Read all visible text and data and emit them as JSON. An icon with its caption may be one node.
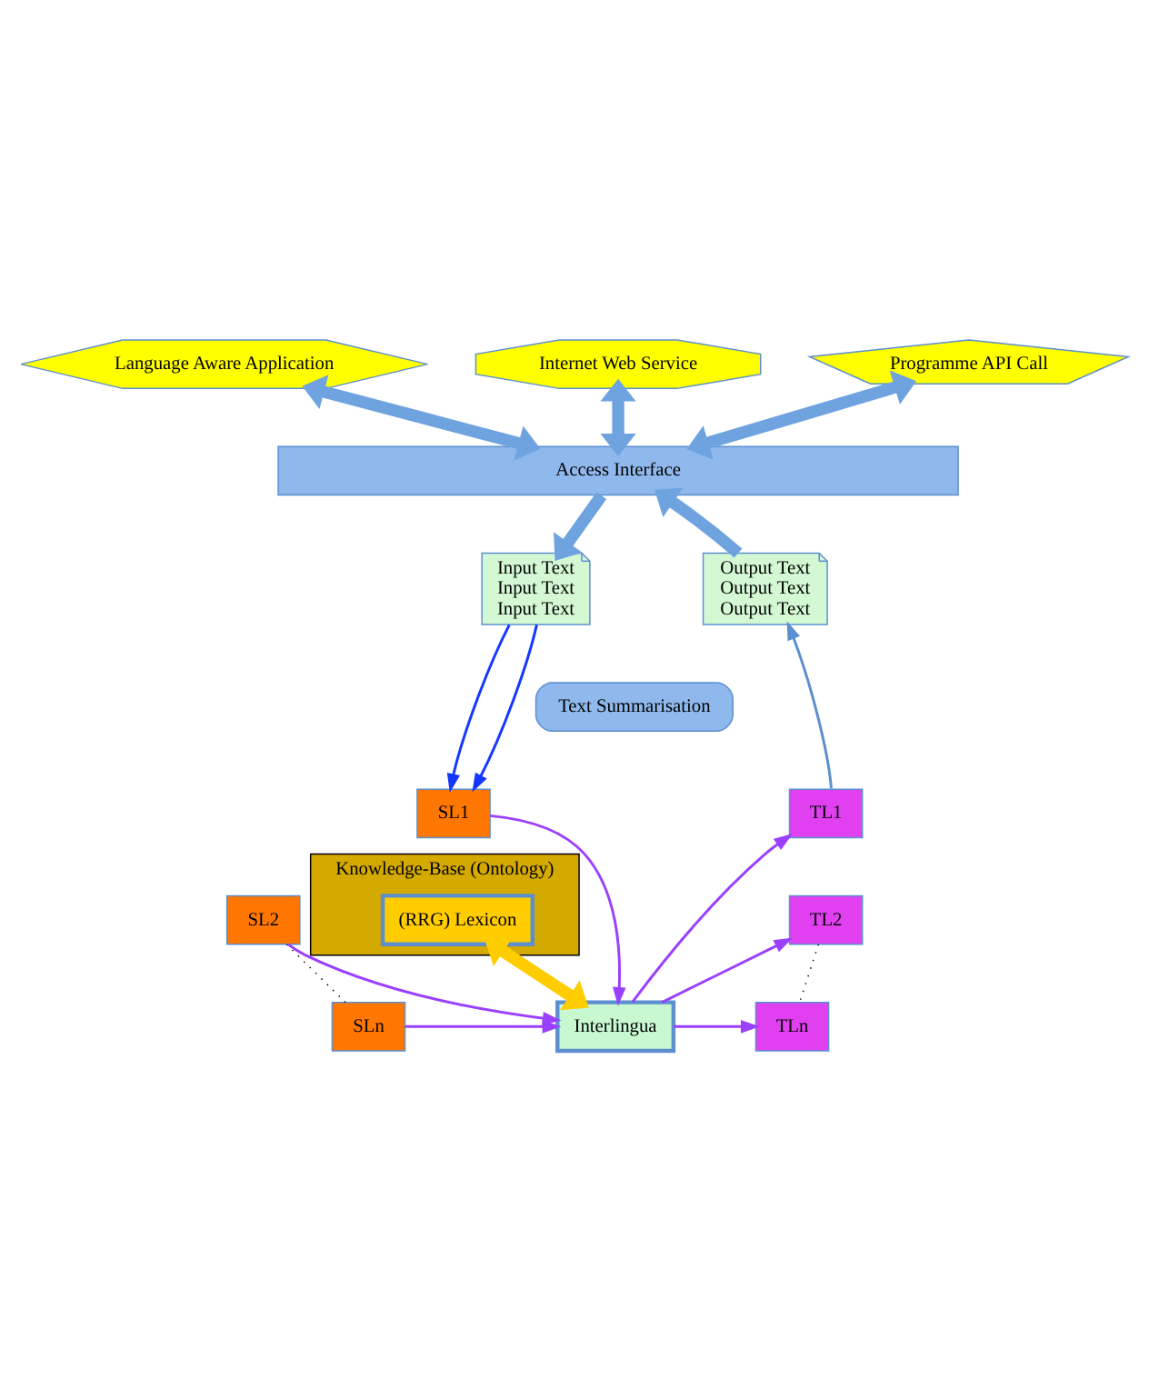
{
  "diagram": {
    "nodes": [
      {
        "text": [
          "Language Aware Application"
        ]
      },
      {
        "text": [
          "Internet Web Service"
        ]
      },
      {
        "text": [
          "Programme API Call"
        ]
      },
      {
        "text": [
          "Access Interface"
        ]
      },
      {
        "text": [
          "Input Text",
          "Input Text",
          "Input Text"
        ]
      },
      {
        "text": [
          "Output Text",
          "Output Text",
          "Output Text"
        ]
      },
      {
        "text": [
          "Text Summarisation"
        ]
      },
      {
        "text": [
          "Knowledge-Base (Ontology)"
        ]
      },
      {
        "text": [
          "(RRG) Lexicon"
        ],
        "in": 7
      },
      {
        "text": [
          "SL1"
        ]
      },
      {
        "text": [
          "SL2"
        ]
      },
      {
        "text": [
          "SLn"
        ]
      },
      {
        "text": [
          "Interlingua"
        ]
      },
      {
        "text": [
          "TL1"
        ]
      },
      {
        "text": [
          "TL2"
        ]
      },
      {
        "text": [
          "TLn"
        ]
      }
    ],
    "edges": [
      {
        "from": 0,
        "to": 3,
        "arrow": "both",
        "style": "thick",
        "color": "#6fa3e0"
      },
      {
        "from": 1,
        "to": 3,
        "arrow": "both",
        "style": "thick",
        "color": "#6fa3e0"
      },
      {
        "from": 2,
        "to": 3,
        "arrow": "both",
        "style": "thick",
        "color": "#6fa3e0"
      },
      {
        "from": 3,
        "to": 4,
        "arrow": "to",
        "style": "thick",
        "color": "#6fa3e0"
      },
      {
        "from": 5,
        "to": 3,
        "arrow": "to",
        "style": "thick",
        "color": "#6fa3e0"
      },
      {
        "from": 4,
        "to": 9,
        "arrow": "to",
        "color": "#1438ff"
      },
      {
        "from": 4,
        "to": 9,
        "arrow": "to",
        "color": "#1438ff"
      },
      {
        "from": 13,
        "to": 5,
        "arrow": "to",
        "color": "#5b8fd0"
      },
      {
        "from": 8,
        "to": 12,
        "arrow": "both",
        "style": "thick",
        "color": "#ffcc00"
      },
      {
        "from": 9,
        "to": 12,
        "arrow": "to"
      },
      {
        "from": 10,
        "to": 12,
        "arrow": "to"
      },
      {
        "from": 11,
        "to": 12,
        "arrow": "to"
      },
      {
        "from": 12,
        "to": 13,
        "arrow": "to"
      },
      {
        "from": 12,
        "to": 14,
        "arrow": "to"
      },
      {
        "from": 12,
        "to": 15,
        "arrow": "to"
      },
      {
        "from": 10,
        "to": 11,
        "arrow": "none",
        "style": "dashed",
        "color": "#000000"
      },
      {
        "from": 14,
        "to": 15,
        "arrow": "none",
        "style": "dashed",
        "color": "#000000"
      }
    ]
  }
}
